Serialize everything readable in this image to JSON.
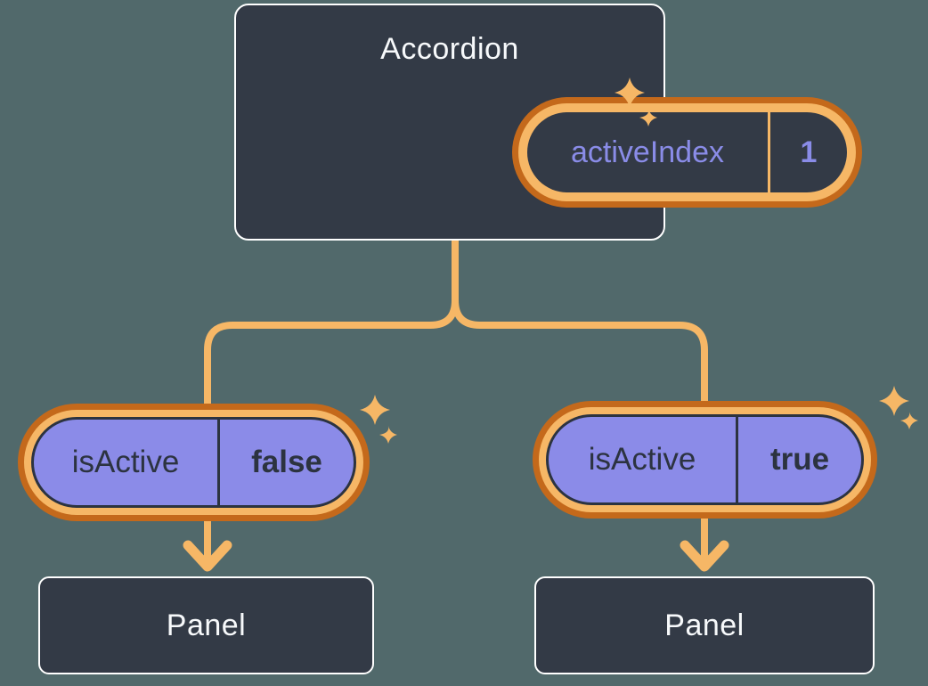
{
  "diagram": {
    "root": {
      "title": "Accordion",
      "state": {
        "name": "activeIndex",
        "value": "1"
      }
    },
    "children": [
      {
        "prop_name": "isActive",
        "prop_value": "false",
        "child_title": "Panel"
      },
      {
        "prop_name": "isActive",
        "prop_value": "true",
        "child_title": "Panel"
      }
    ]
  },
  "colors": {
    "background": "#51696B",
    "node_fill": "#333A46",
    "node_border": "#FFFFFF",
    "accent_light": "#F6B766",
    "accent_dark": "#C4691B",
    "pill_fill": "#8B8BE8",
    "pill_text": "#2C3340",
    "state_text": "#8A8CE8",
    "title_text": "#F7F9FB"
  }
}
